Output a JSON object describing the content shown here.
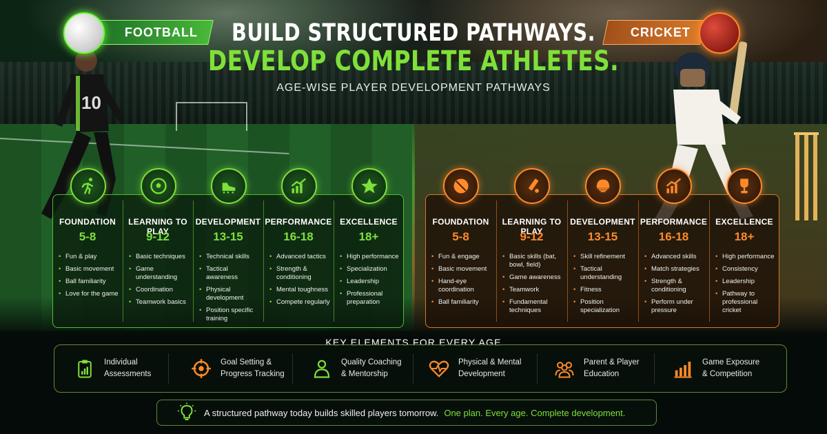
{
  "header": {
    "title_line1": "BUILD STRUCTURED PATHWAYS.",
    "title_line2": "DEVELOP COMPLETE ATHLETES.",
    "subtitle": "AGE-WISE PLAYER DEVELOPMENT PATHWAYS"
  },
  "football": {
    "badge": "FOOTBALL",
    "accent": "#7fe03a",
    "stages": [
      {
        "icon": "running-icon",
        "title": "FOUNDATION",
        "age": "5-8",
        "points": [
          "Fun & play",
          "Basic movement",
          "Ball familiarity",
          "Love for the game"
        ]
      },
      {
        "icon": "soccer-ball-icon",
        "title": "LEARNING TO PLAY",
        "age": "9-12",
        "points": [
          "Basic techniques",
          "Game understanding",
          "Coordination",
          "Teamwork basics"
        ]
      },
      {
        "icon": "boot-icon",
        "title": "DEVELOPMENT",
        "age": "13-15",
        "points": [
          "Technical skills",
          "Tactical awareness",
          "Physical development",
          "Position specific training"
        ]
      },
      {
        "icon": "growth-chart-icon",
        "title": "PERFORMANCE",
        "age": "16-18",
        "points": [
          "Advanced tactics",
          "Strength & conditioning",
          "Mental toughness",
          "Compete regularly"
        ]
      },
      {
        "icon": "star-icon",
        "title": "EXCELLENCE",
        "age": "18+",
        "points": [
          "High performance",
          "Specialization",
          "Leadership",
          "Professional preparation"
        ]
      }
    ]
  },
  "cricket": {
    "badge": "CRICKET",
    "accent": "#ff8a2a",
    "stages": [
      {
        "icon": "cricket-ball-icon",
        "title": "FOUNDATION",
        "age": "5-8",
        "points": [
          "Fun & engage",
          "Basic movement",
          "Hand-eye coordination",
          "Ball familiarity"
        ]
      },
      {
        "icon": "cricket-bat-icon",
        "title": "LEARNING TO PLAY",
        "age": "9-12",
        "points": [
          "Basic skills (bat, bowl, field)",
          "Game awareness",
          "Teamwork",
          "Fundamental techniques"
        ]
      },
      {
        "icon": "helmet-icon",
        "title": "DEVELOPMENT",
        "age": "13-15",
        "points": [
          "Skill refinement",
          "Tactical understanding",
          "Fitness",
          "Position specialization"
        ]
      },
      {
        "icon": "growth-chart-icon",
        "title": "PERFORMANCE",
        "age": "16-18",
        "points": [
          "Advanced skills",
          "Match strategies",
          "Strength & conditioning",
          "Perform under pressure"
        ]
      },
      {
        "icon": "trophy-icon",
        "title": "EXCELLENCE",
        "age": "18+",
        "points": [
          "High performance",
          "Consistency",
          "Leadership",
          "Pathway to professional cricket"
        ]
      }
    ]
  },
  "key_elements": {
    "title": "KEY ELEMENTS FOR EVERY AGE",
    "items": [
      {
        "icon": "clipboard-chart-icon",
        "label": "Individual\nAssessments"
      },
      {
        "icon": "target-icon",
        "label": "Goal Setting &\nProgress Tracking"
      },
      {
        "icon": "coach-icon",
        "label": "Quality Coaching\n& Mentorship"
      },
      {
        "icon": "heart-pulse-icon",
        "label": "Physical & Mental\nDevelopment"
      },
      {
        "icon": "group-icon",
        "label": "Parent & Player\nEducation"
      },
      {
        "icon": "bar-chart-icon",
        "label": "Game Exposure\n& Competition"
      }
    ]
  },
  "footer": {
    "icon": "lightbulb-icon",
    "text": "A structured pathway today builds skilled players tomorrow.",
    "highlight": "One plan. Every age. Complete development."
  }
}
